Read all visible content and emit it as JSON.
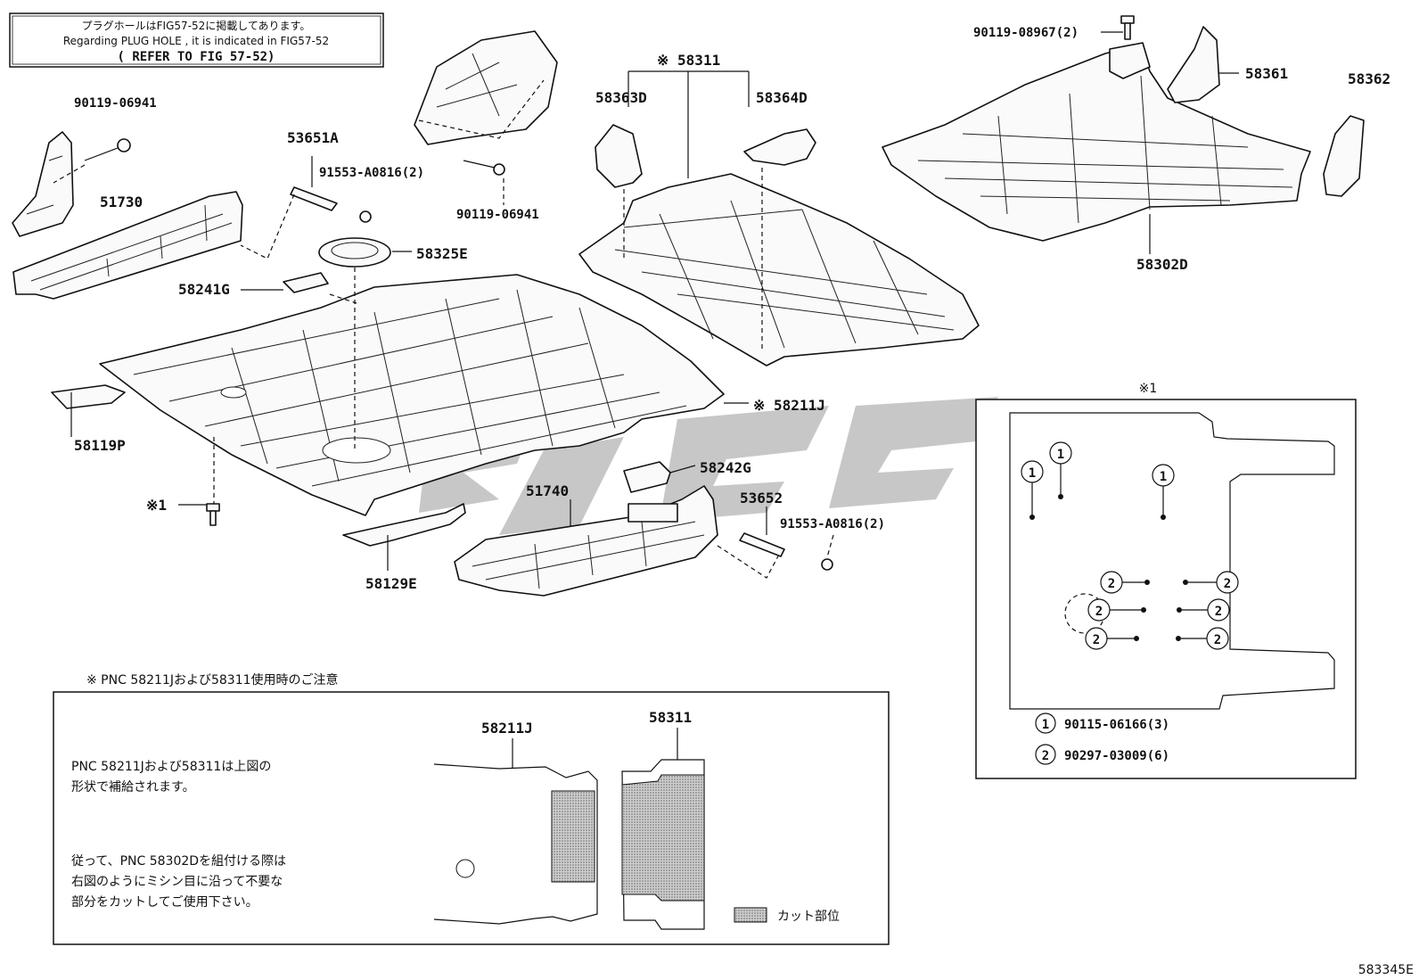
{
  "notice": {
    "jp": "プラグホールはFIG57-52に掲載してあります。",
    "en": "Regarding PLUG HOLE , it is indicated in FIG57-52",
    "ref": "( REFER TO FIG 57-52)"
  },
  "parts": {
    "p90119_06941_a": "90119-06941",
    "p51730": "51730",
    "p53651A": "53651A",
    "p91553_a": "91553-A0816(2)",
    "p90119_06941_b": "90119-06941",
    "p58325E": "58325E",
    "p58241G": "58241G",
    "p58119P": "58119P",
    "p58211J": "※ 58211J",
    "p58242G": "58242G",
    "p51740": "51740",
    "p53652": "53652",
    "p91553_b": "91553-A0816(2)",
    "p58129E": "58129E",
    "star1": "※1",
    "p58311": "※ 58311",
    "p58363D": "58363D",
    "p58364D": "58364D",
    "p90119_08967": "90119-08967(2)",
    "p58361": "58361",
    "p58362": "58362",
    "p58302D": "58302D"
  },
  "inset": {
    "title": "※1",
    "num1": "1",
    "num2": "2",
    "legend1": "90115-06166(3)",
    "legend2": "90297-03009(6)"
  },
  "note": {
    "header": "※  PNC 58211Jおよび58311使用時のご注意",
    "line1": "PNC 58211Jおよび58311は上図の",
    "line2": "形状で補給されます。",
    "line3": "従って、PNC 58302Dを組付ける際は",
    "line4": "右図のようにミシン目に沿って不要な",
    "line5": "部分をカットしてご使用下さい。",
    "fig_a": "58211J",
    "fig_b": "58311",
    "cut_legend": "カット部位"
  },
  "figure_code": "583345E"
}
